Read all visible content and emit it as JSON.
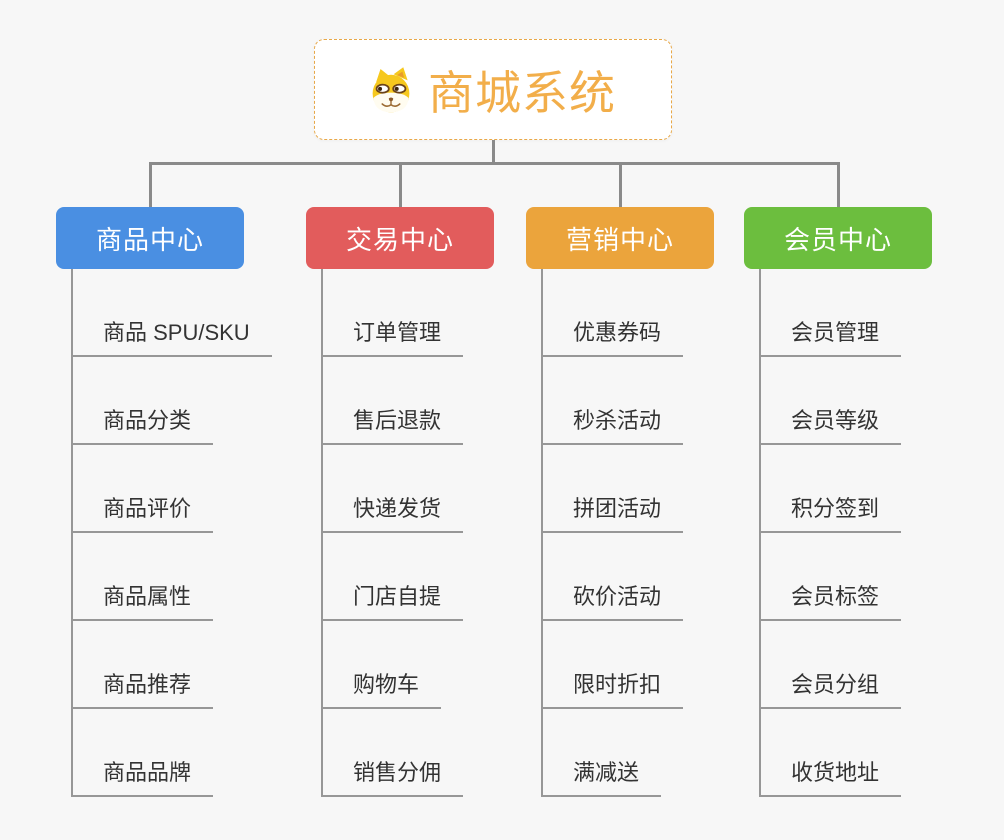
{
  "app": {
    "background_color": "#f7f7f7",
    "connector_color": "#8a8a8a",
    "leaf_line_color": "#979797",
    "leaf_text_color": "#333333"
  },
  "root": {
    "title": "商城系统",
    "icon": "doge-icon",
    "title_color": "#f2ae4a",
    "border_color": "#e8a848"
  },
  "branches": [
    {
      "label": "商品中心",
      "color": "#4a8fe2",
      "items": [
        "商品 SPU/SKU",
        "商品分类",
        "商品评价",
        "商品属性",
        "商品推荐",
        "商品品牌"
      ]
    },
    {
      "label": "交易中心",
      "color": "#e25c5c",
      "items": [
        "订单管理",
        "售后退款",
        "快递发货",
        "门店自提",
        "购物车",
        "销售分佣"
      ]
    },
    {
      "label": "营销中心",
      "color": "#eba43c",
      "items": [
        "优惠券码",
        "秒杀活动",
        "拼团活动",
        "砍价活动",
        "限时折扣",
        "满减送"
      ]
    },
    {
      "label": "会员中心",
      "color": "#6cbe3e",
      "items": [
        "会员管理",
        "会员等级",
        "积分签到",
        "会员标签",
        "会员分组",
        "收货地址"
      ]
    }
  ]
}
